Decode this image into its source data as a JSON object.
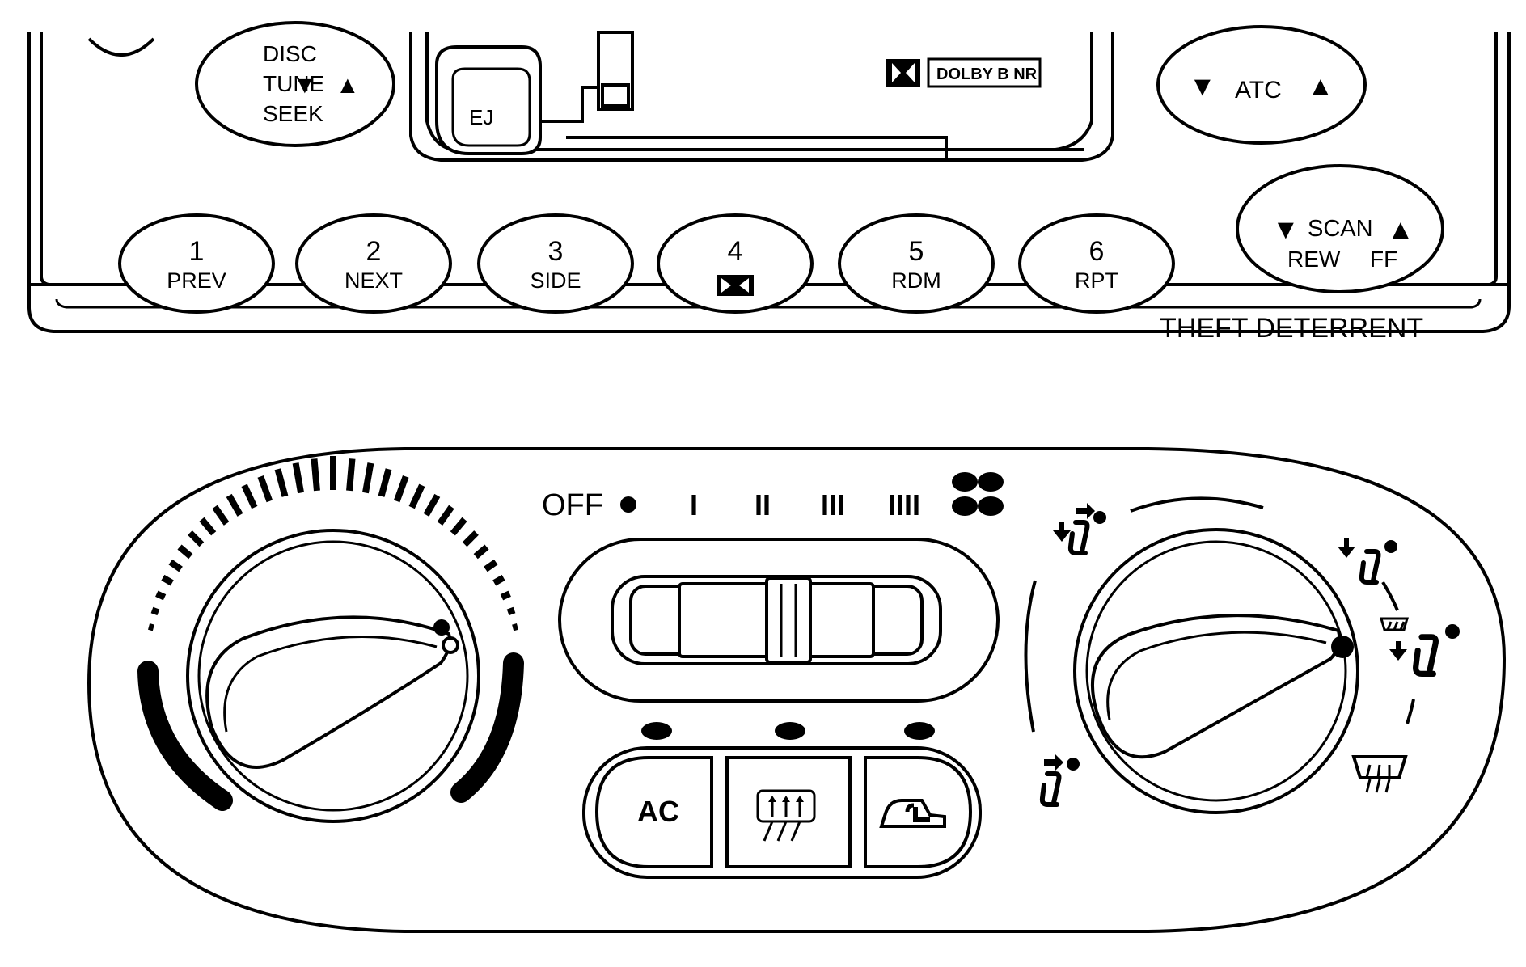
{
  "radio": {
    "disc_tune_seek": {
      "line1": "DISC",
      "line2": "TUNE",
      "line3": "SEEK",
      "down_arrow": "▼",
      "up_arrow": "▲"
    },
    "eject": {
      "label": "EJ"
    },
    "dolby_badge": {
      "text": "DOLBY B NR"
    },
    "atc": {
      "label": "ATC",
      "down_arrow": "▼",
      "up_arrow": "▲"
    },
    "presets": [
      {
        "number": "1",
        "label": "PREV"
      },
      {
        "number": "2",
        "label": "NEXT"
      },
      {
        "number": "3",
        "label": "SIDE"
      },
      {
        "number": "4",
        "label": ""
      },
      {
        "number": "5",
        "label": "RDM"
      },
      {
        "number": "6",
        "label": "RPT"
      }
    ],
    "scan": {
      "label": "SCAN",
      "rew": "REW",
      "ff": "FF",
      "down_arrow": "▼",
      "up_arrow": "▲"
    },
    "theft_label": "THEFT DETERRENT"
  },
  "climate": {
    "fan_scale": {
      "off": "OFF",
      "speeds": [
        "I",
        "II",
        "III",
        "IIII"
      ]
    },
    "buttons": {
      "ac": "AC"
    },
    "icons": [
      "fan-icon",
      "rear-defrost-icon",
      "recirculation-icon",
      "vent-mode-icon",
      "bi-level-mode-icon",
      "floor-mode-icon",
      "defog-mode-icon",
      "defrost-mode-icon"
    ]
  }
}
